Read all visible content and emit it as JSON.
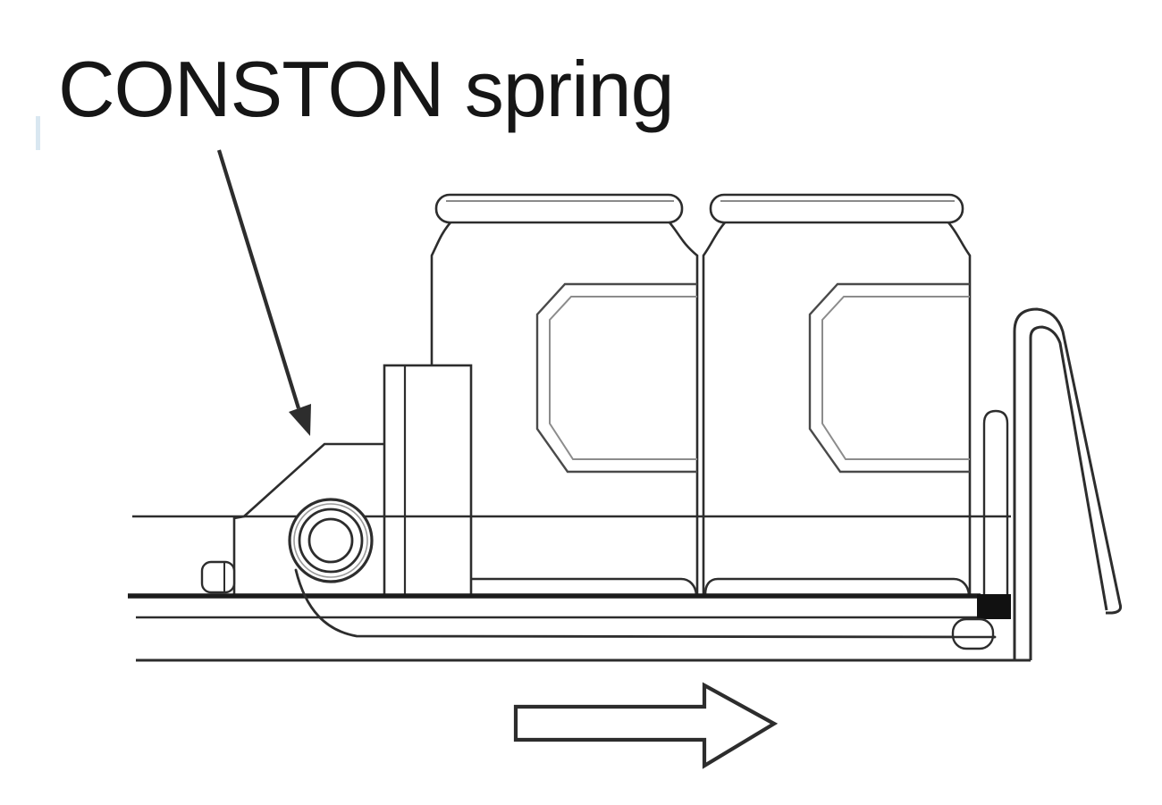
{
  "diagram": {
    "title": "CONSTON spring",
    "kind": "technical-line-illustration",
    "callout": {
      "label": "CONSTON spring",
      "arrow_icon": "down-right-callout-arrow-icon",
      "points_to": "conston-spring-coil"
    },
    "direction_arrow_icon": "right-arrow-icon",
    "colors": {
      "background": "#ffffff",
      "line_ink": "#2d2d2d",
      "shelf_line": "#1c1c1c",
      "label_panel_line": "#8c8c8c",
      "title_ink": "#161616",
      "stop_clip_fill": "#111111"
    },
    "components": [
      "conston-spring-coil",
      "spring-band",
      "pusher-plate",
      "pusher-housing",
      "jar-1",
      "jar-2",
      "shelf-rails",
      "front-retainer-wire",
      "front-stop-hook",
      "band-anchor-clip",
      "guide-knob"
    ]
  }
}
